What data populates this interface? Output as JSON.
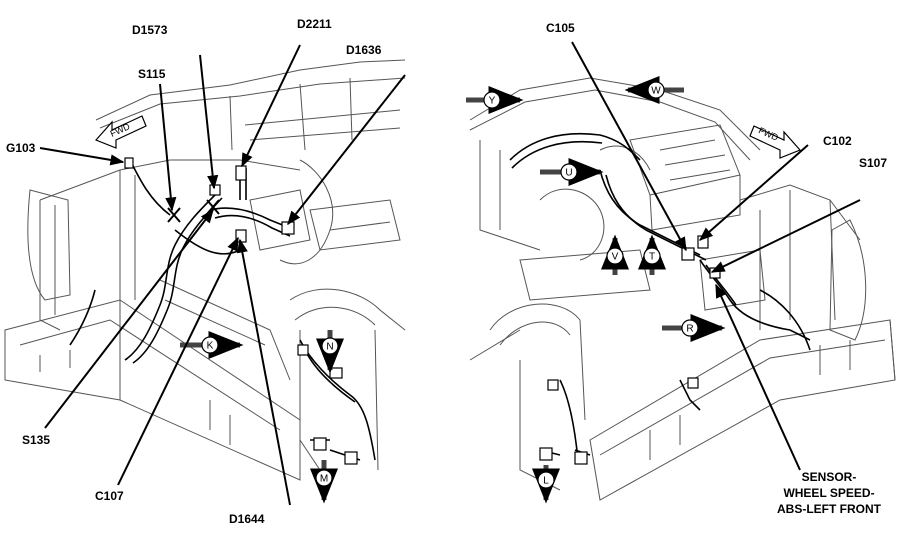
{
  "colors": {
    "line": "#000000",
    "sketch": "#555555",
    "background": "#ffffff",
    "view_arrow_fill": "#9a9a9a"
  },
  "callouts": {
    "left": [
      "D1573",
      "D2211",
      "D1636",
      "S115",
      "G103",
      "S135",
      "C107",
      "D1644"
    ],
    "right": [
      "C105",
      "C102",
      "S107"
    ],
    "sensor": [
      "SENSOR-",
      "WHEEL SPEED-",
      "ABS-LEFT FRONT"
    ]
  },
  "direction_labels": {
    "left": "FWD",
    "right": "FWD"
  },
  "view_markers": {
    "left": [
      "K",
      "N",
      "M"
    ],
    "right": [
      "Y",
      "W",
      "U",
      "V",
      "T",
      "R",
      "L"
    ]
  }
}
